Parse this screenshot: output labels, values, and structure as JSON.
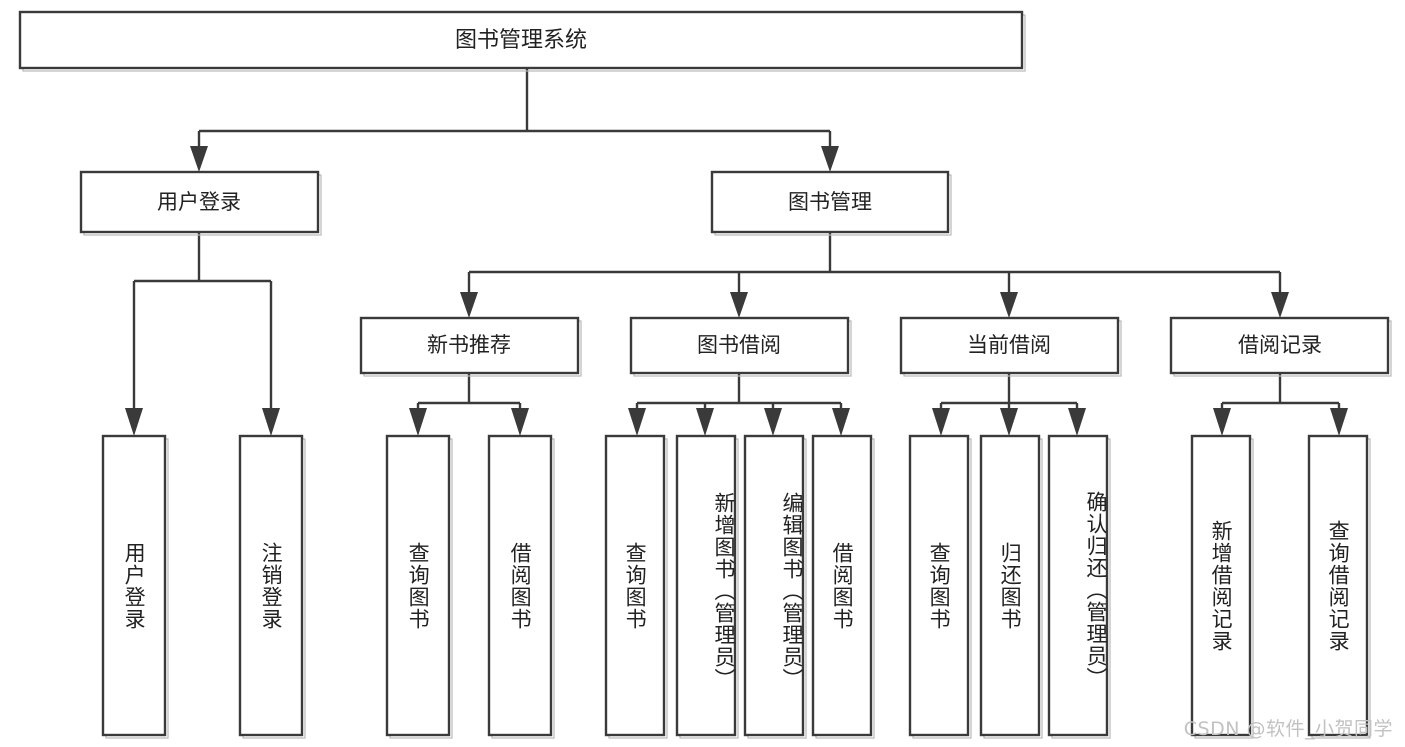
{
  "diagram": {
    "type": "tree-hierarchy-chart",
    "title": "图书管理系统",
    "root": {
      "label": "图书管理系统",
      "name": "root-node"
    },
    "level2": [
      {
        "label": "用户登录",
        "name": "node-user-login"
      },
      {
        "label": "图书管理",
        "name": "node-book-management"
      }
    ],
    "level3": [
      {
        "label": "新书推荐",
        "name": "node-new-book-recommend"
      },
      {
        "label": "图书借阅",
        "name": "node-book-borrow"
      },
      {
        "label": "当前借阅",
        "name": "node-current-borrow"
      },
      {
        "label": "借阅记录",
        "name": "node-borrow-record"
      }
    ],
    "leaves": {
      "user_login": [
        {
          "label": "用户登录",
          "name": "leaf-user-login"
        },
        {
          "label": "注销登录",
          "name": "leaf-logout"
        }
      ],
      "new_book_recommend": [
        {
          "label": "查询图书",
          "name": "leaf-query-book-1"
        },
        {
          "label": "借阅图书",
          "name": "leaf-borrow-book-1"
        }
      ],
      "book_borrow": [
        {
          "label": "查询图书",
          "name": "leaf-query-book-2"
        },
        {
          "label": "新增图书（管理员）",
          "name": "leaf-add-book-admin"
        },
        {
          "label": "编辑图书（管理员）",
          "name": "leaf-edit-book-admin"
        },
        {
          "label": "借阅图书",
          "name": "leaf-borrow-book-2"
        }
      ],
      "current_borrow": [
        {
          "label": "查询图书",
          "name": "leaf-query-book-3"
        },
        {
          "label": "归还图书",
          "name": "leaf-return-book"
        },
        {
          "label": "确认归还（管理员）",
          "name": "leaf-confirm-return-admin"
        }
      ],
      "borrow_record": [
        {
          "label": "新增借阅记录",
          "name": "leaf-add-borrow-record"
        },
        {
          "label": "查询借阅记录",
          "name": "leaf-query-borrow-record"
        }
      ]
    },
    "watermark": "CSDN @软件_小贺同学",
    "colors": {
      "stroke": "#3a3a3a",
      "fill": "#ffffff",
      "text": "#222222",
      "watermark": "#c2c2c2"
    }
  }
}
